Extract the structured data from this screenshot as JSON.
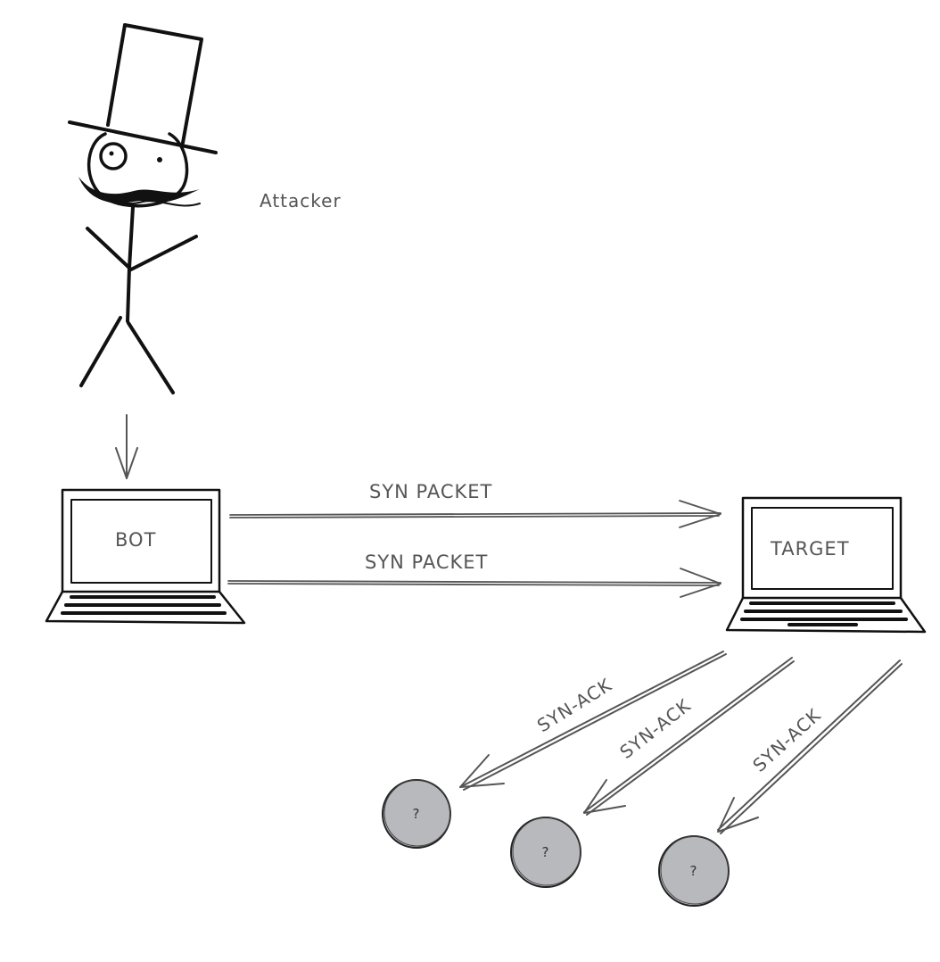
{
  "labels": {
    "attacker": "Attacker",
    "bot": "BOT",
    "target": "TARGET",
    "syn_packet_1": "SYN PACKET",
    "syn_packet_2": "SYN PACKET",
    "syn_ack_1": "SYN-ACK",
    "syn_ack_2": "SYN-ACK",
    "syn_ack_3": "SYN-ACK",
    "unknown_1": "?",
    "unknown_2": "?",
    "unknown_3": "?"
  },
  "colors": {
    "ink": "#111111",
    "arrow": "#555555",
    "node_fill": "#b8b9bd"
  },
  "icons": [
    "stick-figure-attacker-icon",
    "laptop-icon",
    "laptop-icon"
  ]
}
